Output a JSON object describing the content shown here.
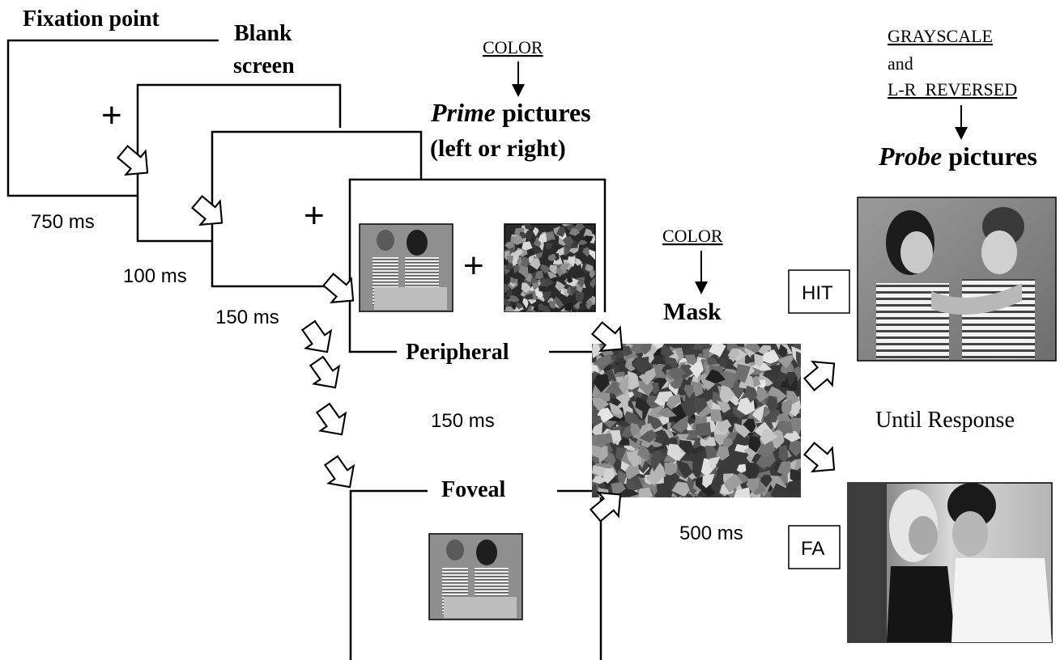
{
  "stages": {
    "fixation": {
      "title": "Fixation point",
      "duration": "750 ms",
      "cross": "+"
    },
    "blank": {
      "title_line1": "Blank",
      "title_line2": "screen",
      "duration": "100 ms"
    },
    "prime_cross_screen": {
      "cross": "+",
      "duration": "150 ms"
    },
    "prime": {
      "color_label": "COLOR",
      "title_emph": "Prime",
      "title_rest": " pictures",
      "subtitle": "(left or right)",
      "cross": "+"
    },
    "peripheral": {
      "label": "Peripheral"
    },
    "foveal": {
      "label": "Foveal"
    },
    "prime_duration": "150 ms",
    "mask": {
      "color_label": "COLOR",
      "title": "Mask",
      "duration": "500 ms"
    },
    "probe": {
      "label_line1": "GRAYSCALE",
      "label_line2": "and",
      "label_line3": "L-R  REVERSED",
      "title_emph": "Probe",
      "title_rest": " pictures",
      "hit_label": "HIT",
      "fa_label": "FA",
      "response": "Until Response"
    }
  },
  "colors": {
    "ink": "#000000",
    "photo_background": "#8a8a8a",
    "mask_dark": "#2b2b2b",
    "mask_light": "#d9d9d9"
  }
}
